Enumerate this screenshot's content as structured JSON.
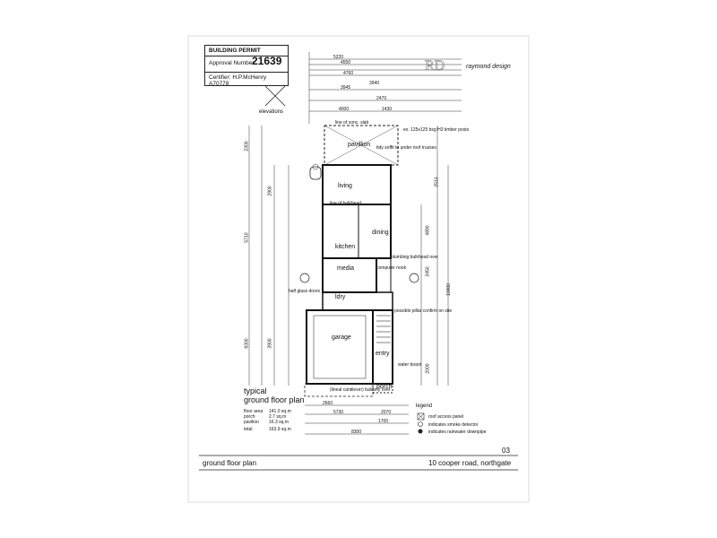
{
  "permit": {
    "title": "BUILDING PERMIT",
    "approval_label": "Approval Number:",
    "approval_number": "21639",
    "certifier": "Certifier: H.P.McHenry A70778"
  },
  "elevations_label": "elevations",
  "brand": "raymond design",
  "rooms": {
    "pavillion": "pavillion",
    "living": "living",
    "dining": "dining",
    "kitchen": "kitchen",
    "media": "media",
    "garage": "garage",
    "entry": "entry",
    "porch": "porch",
    "ldry": "ldry"
  },
  "notes": {
    "line_of_conc_slab": "line of conc. slab",
    "boxed_posts": "ex. 125x125 bxg H3 timber posts",
    "soffit": "tidy soffit to under roof trusses",
    "line_of_bulkhead": "line of bulkhead",
    "plumbing_bulkhead": "plumbing bulkhead over",
    "computer_nook": "computer nook",
    "half_glass_doors": "half glass doors",
    "possible_pillar": "possible pillar confirm on site",
    "water_board": "water board",
    "lineal_cantilever": "(lineal cantilever) balcony over"
  },
  "dims": {
    "top": [
      "5220",
      "4550",
      "4760",
      "3945",
      "3940",
      "2470",
      "4000",
      "1430"
    ],
    "bottom": [
      "2660",
      "5730",
      "2070",
      "1700",
      "8300"
    ],
    "left": [
      "2300",
      "5710",
      "8300",
      "2900",
      "3900"
    ],
    "right": [
      "2510",
      "4890",
      "10000",
      "3450",
      "2000"
    ]
  },
  "plan_title": [
    "typical",
    "ground floor plan"
  ],
  "areas": [
    {
      "label": "floor area",
      "value": "141.0 sq.m"
    },
    {
      "label": "porch",
      "value": "2.7 sq.m"
    },
    {
      "label": "pavilion",
      "value": "16.3 sq.m"
    },
    {
      "label": "total",
      "value": "163.9 sq.m"
    }
  ],
  "legend": {
    "title": "legend",
    "items": [
      "roof access panel",
      "indicates smoke detector",
      "indicates rainwater downpipe"
    ]
  },
  "sheet_number": "03",
  "footer_left": "ground floor plan",
  "footer_right": "10 cooper road, northgate"
}
